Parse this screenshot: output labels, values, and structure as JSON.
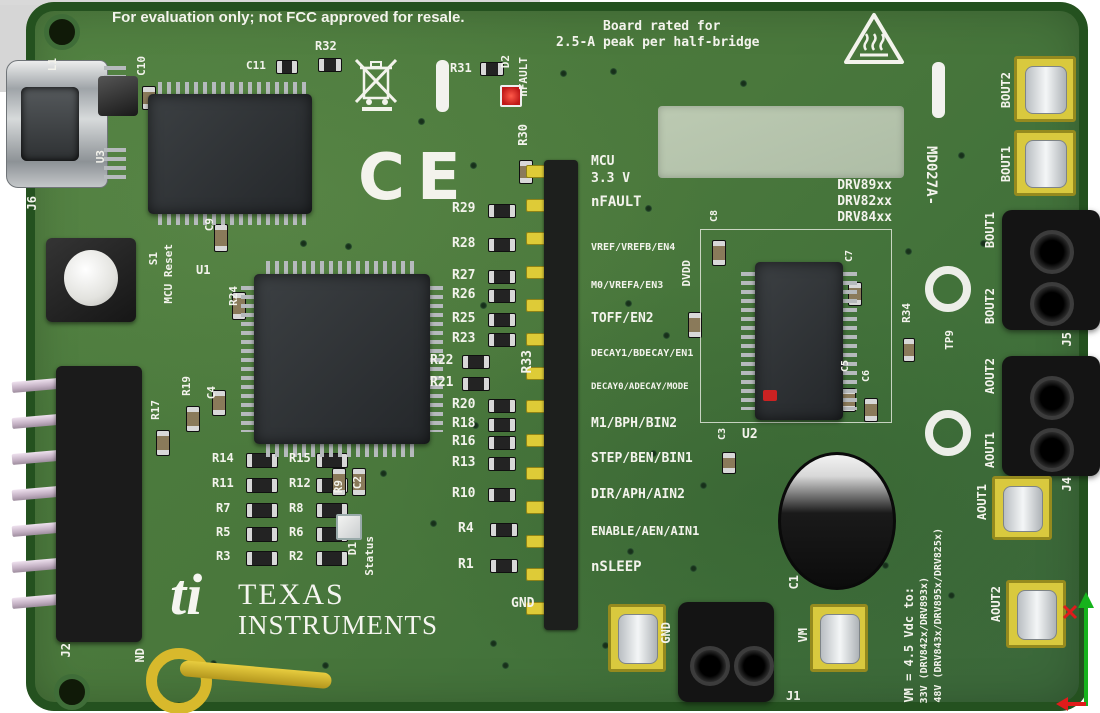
{
  "notices": {
    "eval": "For evaluation only; not FCC approved for resale.",
    "rating1": "Board rated for",
    "rating2": "2.5-A peak per half-bridge",
    "vm_note": [
      "VM = 4.5 Vdc to:",
      "33V (DRV842x/DRV893x)",
      "48V (DRV843x/DRV895x/DRV825x)"
    ]
  },
  "header": {
    "mcu1": "MCU",
    "mcu2": "3.3 V",
    "gnd": "GND",
    "signals": [
      "nFAULT",
      "VREF/VREFB/EN4",
      "M0/VREFA/EN3",
      "TOFF/EN2",
      "DECAY1/BDECAY/EN1",
      "DECAY0/ADECAY/MODE",
      "M1/BPH/BIN2",
      "STEP/BEN/BIN1",
      "DIR/APH/AIN2",
      "ENABLE/AEN/AIN1",
      "nSLEEP"
    ]
  },
  "resistor_column": [
    "R29",
    "R28",
    "R27",
    "R26",
    "R25",
    "R23",
    "R22",
    "R21",
    "R20",
    "R18",
    "R16",
    "R13",
    "R10",
    "R4",
    "R1"
  ],
  "refdes": {
    "l1": "L1",
    "c10": "C10",
    "c11": "C11",
    "r32": "R32",
    "u3": "U3",
    "c9": "C9",
    "j6": "J6",
    "s1": "S1",
    "s1_label": "MCU Reset",
    "u1": "U1",
    "r24": "R24",
    "r19": "R19",
    "r17": "R17",
    "c4": "C4",
    "r14": "R14",
    "r15": "R15",
    "r11": "R11",
    "r12": "R12",
    "r9": "R9",
    "c2": "C2",
    "r7": "R7",
    "r8": "R8",
    "r5": "R5",
    "r6": "R6",
    "r3": "R3",
    "r2": "R2",
    "d1": "D1",
    "d1_label": "Status",
    "j2": "J2",
    "nd": "ND",
    "r31": "R31",
    "r30": "R30",
    "d2": "D2",
    "d2_label": "nFAULT",
    "r33": "R33",
    "c8": "C8",
    "dvdd": "DVDD",
    "c7": "C7",
    "c5": "C5",
    "c6": "C6",
    "c3": "C3",
    "u2": "U2",
    "r34": "R34",
    "tp9": "TP9",
    "c1": "C1",
    "j5": "J5",
    "j4": "J4",
    "j1": "J1",
    "gnd": "GND",
    "vm": "VM"
  },
  "device": {
    "families": [
      "DRV89xx",
      "DRV82xx",
      "DRV84xx"
    ],
    "board_id": "MD027A-"
  },
  "outputs": {
    "pad_bout2": "BOUT2",
    "pad_bout1": "BOUT1",
    "j5_bout1": "BOUT1",
    "j5_bout2": "BOUT2",
    "j4_aout2": "AOUT2",
    "j4_aout1": "AOUT1",
    "pad_aout1": "AOUT1",
    "pad_aout2": "AOUT2"
  },
  "branding": {
    "ti_bug": "ti",
    "line1": "TEXAS",
    "line2": "INSTRUMENTS",
    "ce": "CE"
  },
  "colors": {
    "board_green": "#4a783c",
    "silkscreen": "#f3f3ec",
    "pad_yellow": "#d9c93e",
    "led_red": "#d22020"
  }
}
